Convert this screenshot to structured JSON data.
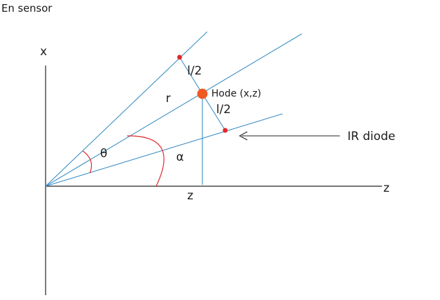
{
  "title": "En sensor",
  "labels": {
    "x_axis": "x",
    "z_axis": "z",
    "z_projection": "z",
    "half_length_top": "l/2",
    "half_length_bottom": "l/2",
    "radius": "r",
    "node": "Hode (x,z)",
    "theta": "θ",
    "alpha": "α",
    "ir_diode": "IR diode"
  },
  "colors": {
    "lines": "#3a8ec4",
    "axes": "#222222",
    "angle_arcs": "#e0282e",
    "node_fill": "#ef5a23",
    "endpoint_fill": "#e0282e",
    "arrow": "#222222"
  }
}
